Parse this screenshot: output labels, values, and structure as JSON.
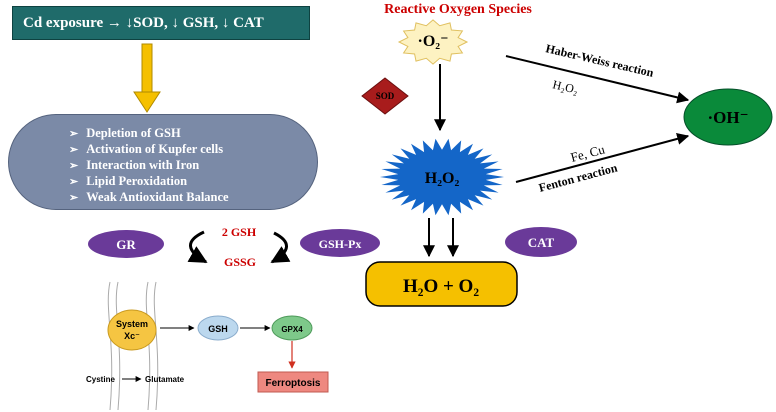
{
  "header": {
    "cd_exposure": "Cd exposure → ↓SOD, ↓ GSH, ↓ CAT"
  },
  "effects": [
    "Depletion of GSH",
    "Activation of Kupfer cells",
    "Interaction with Iron",
    "Lipid Peroxidation",
    "Weak Antioxidant Balance"
  ],
  "ros": {
    "title": "Reactive Oxygen Species",
    "superoxide": "·O₂⁻",
    "hydroxyl": "·OH⁻",
    "sod": "SOD",
    "h2o2": "H₂O₂",
    "cat": "CAT",
    "products": "H₂O + O₂",
    "haber_weiss": "Haber-Weiss reaction",
    "haber_h2o2": "H₂O₂",
    "fe_cu": "Fe, Cu",
    "fenton": "Fenton reaction"
  },
  "glutathione": {
    "gr": "GR",
    "gsh2": "2 GSH",
    "gssg": "GSSG",
    "gshpx": "GSH-Px"
  },
  "ferroptosis": {
    "system_xc": "System",
    "system_xc2": "Xc⁻",
    "gsh": "GSH",
    "gpx4": "GPX4",
    "result": "Ferroptosis",
    "cystine": "Cystine",
    "glutamate": "Glutamate"
  },
  "colors": {
    "teal_box": "#1f6b6a",
    "effects_box": "#7b8aa7",
    "ros_red": "#cc0000",
    "purple": "#6a3a99",
    "green": "#0a8a3a",
    "blue_star": "#1466c8",
    "yellow": "#f5c000",
    "sod_red": "#a81c1c"
  }
}
